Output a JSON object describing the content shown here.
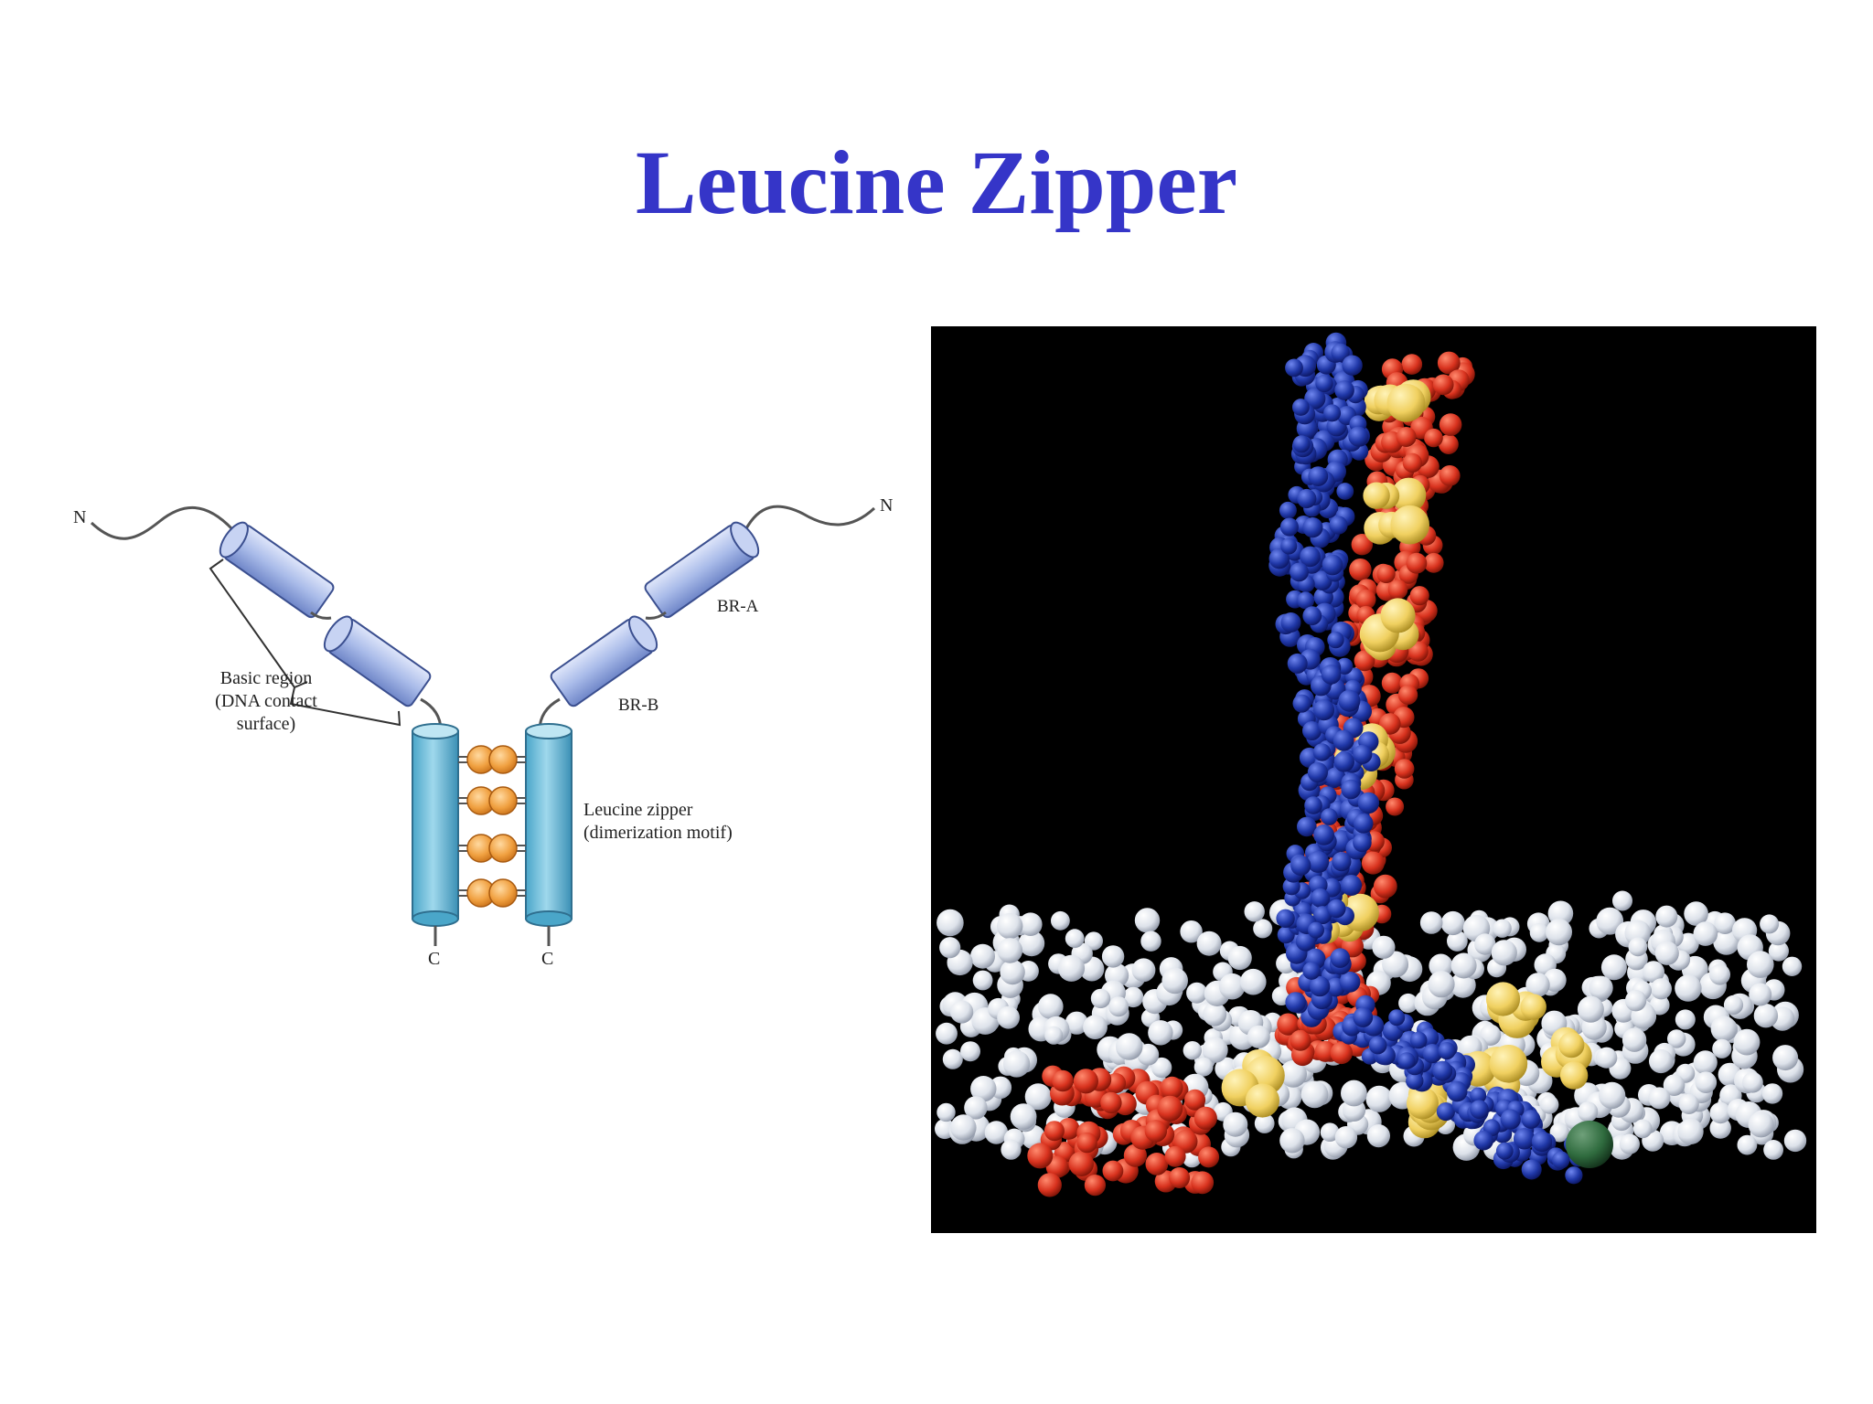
{
  "slide": {
    "title": "Leucine Zipper"
  },
  "diagram": {
    "n_terminus_left": "N",
    "n_terminus_right": "N",
    "c_terminus_left": "C",
    "c_terminus_right": "C",
    "basic_region_line1": "Basic region",
    "basic_region_line2": "(DNA contact",
    "basic_region_line3": "surface)",
    "br_a": "BR-A",
    "br_b": "BR-B",
    "zipper_line1": "Leucine zipper",
    "zipper_line2": "(dimerization motif)"
  },
  "colors": {
    "title": "#3535c8",
    "helix_basic": "#9fb2e6",
    "helix_zipper": "#5fb8d8",
    "leucine": "#f0a040",
    "dna": "#eef0f4",
    "strand_blue": "#1f3aa8",
    "strand_red": "#d8321e",
    "leucine_yellow": "#f0d060",
    "green_atom": "#2f6b3e"
  }
}
